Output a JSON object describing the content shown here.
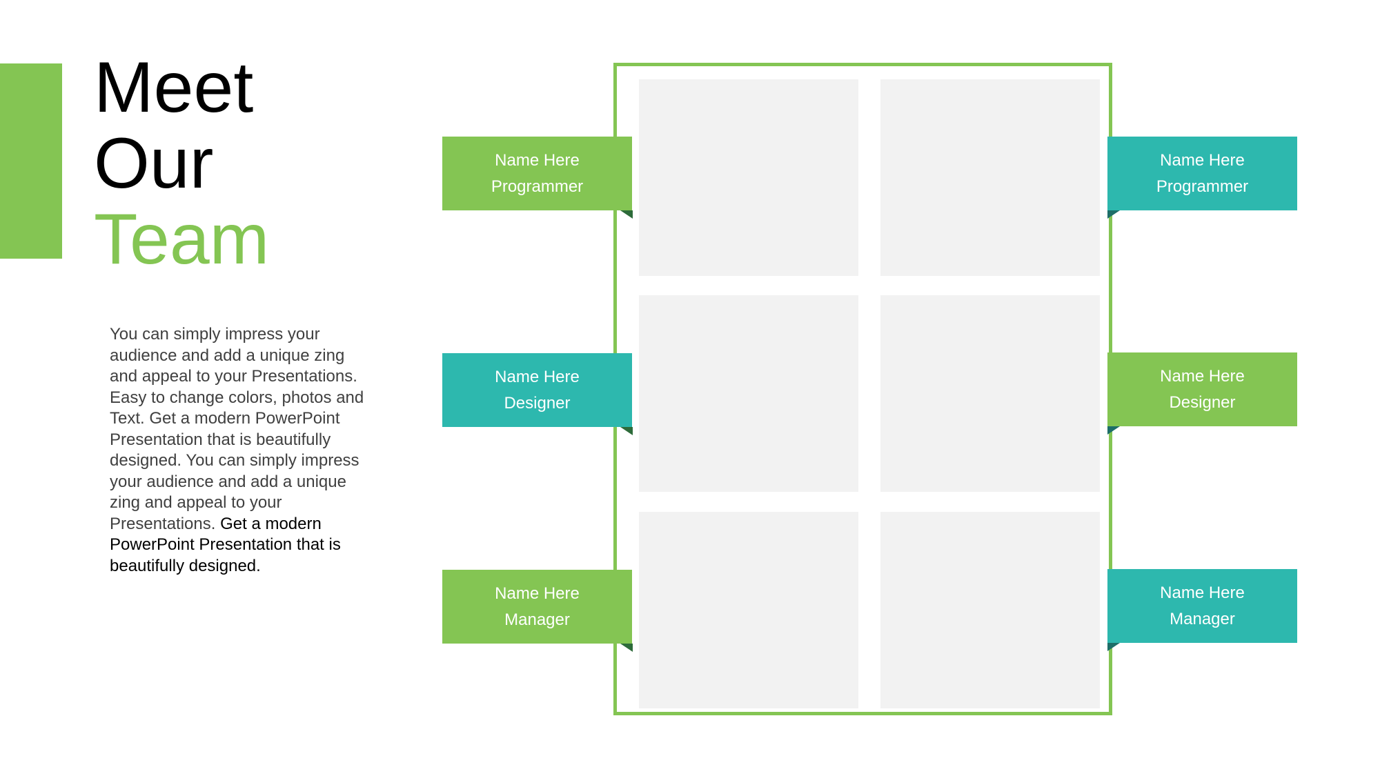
{
  "title": {
    "line1": "Meet",
    "line2": "Our",
    "line3": "Team"
  },
  "description": {
    "part1": "You can simply impress your audience and add a unique zing and appeal to your Presentations. Easy to change colors, photos and Text. Get a modern PowerPoint Presentation that is beautifully designed. You can simply impress your audience and add a unique zing and appeal to your Presentations. ",
    "part2": "Get a modern PowerPoint  Presentation that is beautifully designed."
  },
  "members": {
    "left": [
      {
        "name": "Name Here",
        "role": "Programmer"
      },
      {
        "name": "Name Here",
        "role": "Designer"
      },
      {
        "name": "Name Here",
        "role": "Manager"
      }
    ],
    "right": [
      {
        "name": "Name Here",
        "role": "Programmer"
      },
      {
        "name": "Name Here",
        "role": "Designer"
      },
      {
        "name": "Name Here",
        "role": "Manager"
      }
    ]
  },
  "colors": {
    "green": "#84c553",
    "teal": "#2db8ae",
    "photo_placeholder": "#f2f2f2"
  }
}
